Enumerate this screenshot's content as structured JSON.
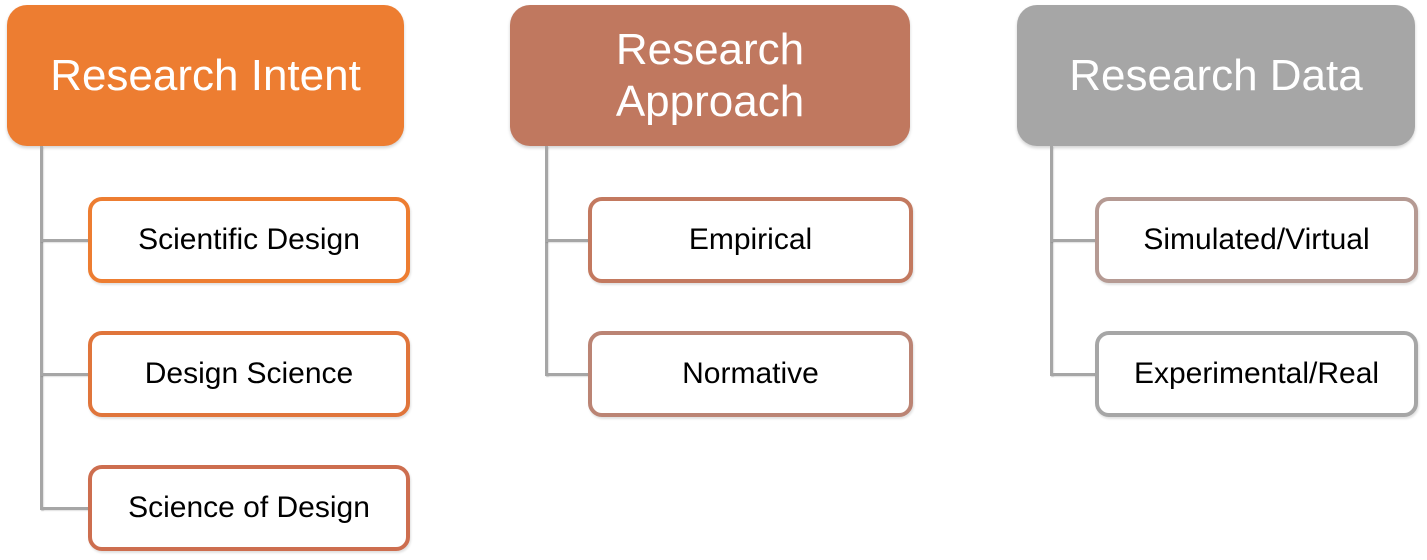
{
  "diagram": {
    "type": "hierarchy-smartart",
    "connector_color": "#a6a6a6",
    "node_fill": "#ffffff",
    "node_text_color": "#000000",
    "columns": [
      {
        "id": "research-intent",
        "title": "Research Intent",
        "fill": "#ed7d31",
        "text_color": "#ffffff",
        "children": [
          {
            "label": "Scientific Design",
            "border": "#ed7d31"
          },
          {
            "label": "Design Science",
            "border": "#e0753b"
          },
          {
            "label": "Science of Design",
            "border": "#cd6e4f"
          }
        ]
      },
      {
        "id": "research-approach",
        "title": "Research Approach",
        "fill": "#c0785f",
        "text_color": "#ffffff",
        "children": [
          {
            "label": "Empirical",
            "border": "#c3795f"
          },
          {
            "label": "Normative",
            "border": "#bb8474"
          }
        ]
      },
      {
        "id": "research-data",
        "title": "Research Data",
        "fill": "#a6a6a6",
        "text_color": "#ffffff",
        "children": [
          {
            "label": "Simulated/Virtual",
            "border": "#b59a93"
          },
          {
            "label": "Experimental/Real",
            "border": "#a6a6a6"
          }
        ]
      }
    ]
  }
}
